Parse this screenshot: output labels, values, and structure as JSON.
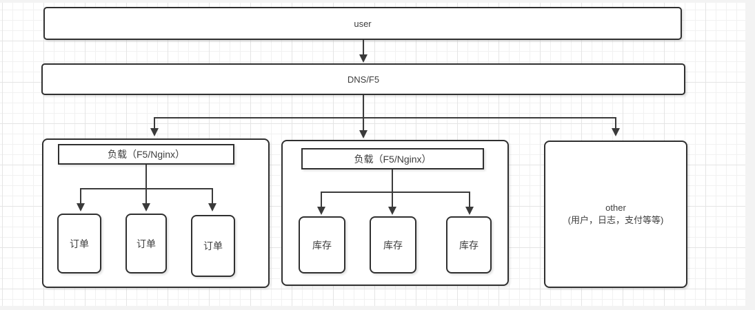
{
  "diagram": {
    "user_node": "user",
    "dns_node": "DNS/F5",
    "order_cluster": {
      "header": "负载（F5/Nginx）",
      "nodes": [
        "订单",
        "订单",
        "订单"
      ]
    },
    "inventory_cluster": {
      "header": "负载（F5/Nginx）",
      "nodes": [
        "库存",
        "库存",
        "库存"
      ]
    },
    "other_node": {
      "title": "other",
      "subtitle": "(用户，日志，支付等等)"
    }
  },
  "colors": {
    "stroke": "#2f2f2f",
    "connector": "#3a3a3a",
    "text": "#3d3d3d",
    "grid_minor": "#f1f1f1",
    "grid_major": "#e4e4e4",
    "page_margin": "#f3f3f3",
    "shape_fill": "#ffffff"
  }
}
